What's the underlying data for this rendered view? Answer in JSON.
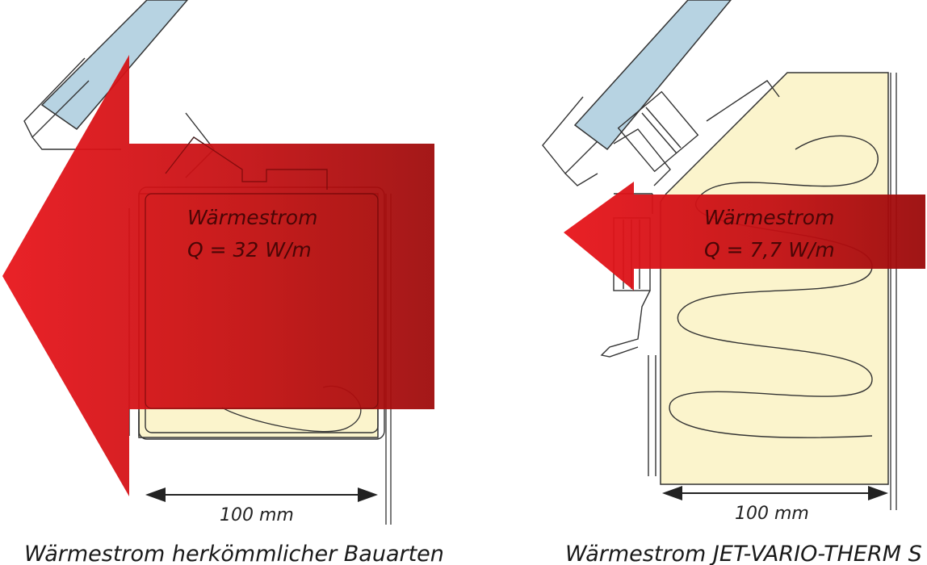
{
  "left_panel": {
    "flow_label": "Wärmestrom",
    "flow_value": "Q = 32 W/m",
    "dimension_label": "100 mm",
    "caption": "Wärmestrom herkömmlicher Bauarten"
  },
  "right_panel": {
    "flow_label": "Wärmestrom",
    "flow_value": "Q = 7,7 W/m",
    "dimension_label": "100 mm",
    "caption": "Wärmestrom JET-VARIO-THERM S"
  },
  "colors": {
    "heat_arrow_dark": "#9e0a0a",
    "heat_arrow_bright": "#e8141a",
    "insulation": "#fbf4cc",
    "glass": "#b7d3e2",
    "profile_line": "#333333"
  }
}
